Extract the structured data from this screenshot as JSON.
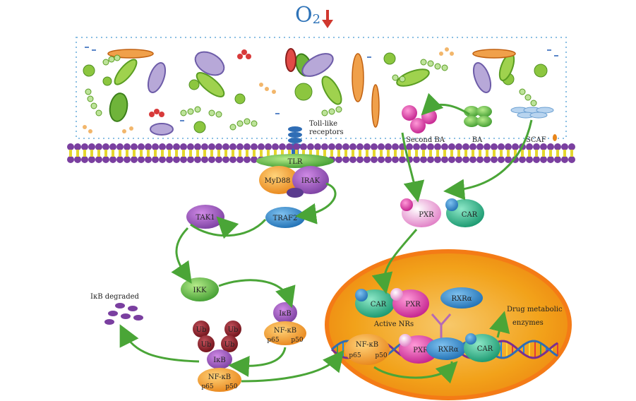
{
  "header": {
    "o2_label": "O",
    "o2_subscript": "2",
    "arrow_icon": "down-arrow-icon",
    "arrow_color": "#d0372e"
  },
  "membrane": {
    "tlr_receptor_label": "Toll-like receptors",
    "tlr_label": "TLR"
  },
  "pathway_left": {
    "myd88": "MyD88",
    "irak": "IRAK",
    "traf2": "TRAF2",
    "tak1": "TAK1",
    "ikk": "IKK",
    "ikb": "IκB",
    "ikb_degraded": "IκB degraded",
    "nfkb": "NF-κB",
    "p65": "p65",
    "p50": "p50",
    "ub": "Ub"
  },
  "pathway_right": {
    "second_ba": "Second BA",
    "ba": "BA",
    "scaf": "SCAF",
    "pxr": "PXR",
    "car": "CAR"
  },
  "nucleus": {
    "car": "CAR",
    "pxr": "PXR",
    "rxra": "RXRα",
    "active_nrs": "Active NRs",
    "nfkb": "NF-κB",
    "p65": "p65",
    "p50": "p50",
    "drug_enzymes_line1": "Drug metabolic",
    "drug_enzymes_line2": "enzymes"
  },
  "colors": {
    "arrow_green": "#4aa537",
    "membrane_purple": "#7a3fa0",
    "membrane_yellow": "#e4d62f",
    "nucleus_fill": "#f2a21a",
    "nucleus_border": "#f47b16",
    "o2_blue": "#2e73b8"
  }
}
